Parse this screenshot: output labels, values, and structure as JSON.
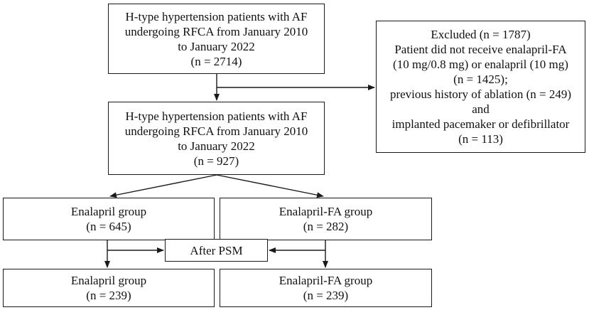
{
  "diagram": {
    "enrolled": {
      "lines": [
        "H-type hypertension patients with AF",
        "undergoing RFCA from January 2010",
        "to January 2022",
        "(n = 2714)"
      ]
    },
    "excluded": {
      "lines": [
        "Excluded (n = 1787)",
        "Patient did not receive enalapril-FA",
        "(10 mg/0.8 mg) or enalapril (10 mg)",
        "(n = 1425);",
        "previous history of ablation (n = 249)",
        "and",
        "implanted pacemaker or defibrillator",
        "(n = 113)"
      ]
    },
    "included": {
      "lines": [
        "H-type hypertension patients with AF",
        "undergoing RFCA from January 2010",
        "to January 2022",
        "(n = 927)"
      ]
    },
    "enalapril_group": {
      "lines": [
        "Enalapril group",
        "(n = 645)"
      ]
    },
    "enalapril_fa_group": {
      "lines": [
        "Enalapril-FA group",
        "(n = 282)"
      ]
    },
    "psm": {
      "label": "After PSM"
    },
    "enalapril_matched": {
      "lines": [
        "Enalapril group",
        "(n = 239)"
      ]
    },
    "enalapril_fa_matched": {
      "lines": [
        "Enalapril-FA group",
        "(n = 239)"
      ]
    }
  }
}
